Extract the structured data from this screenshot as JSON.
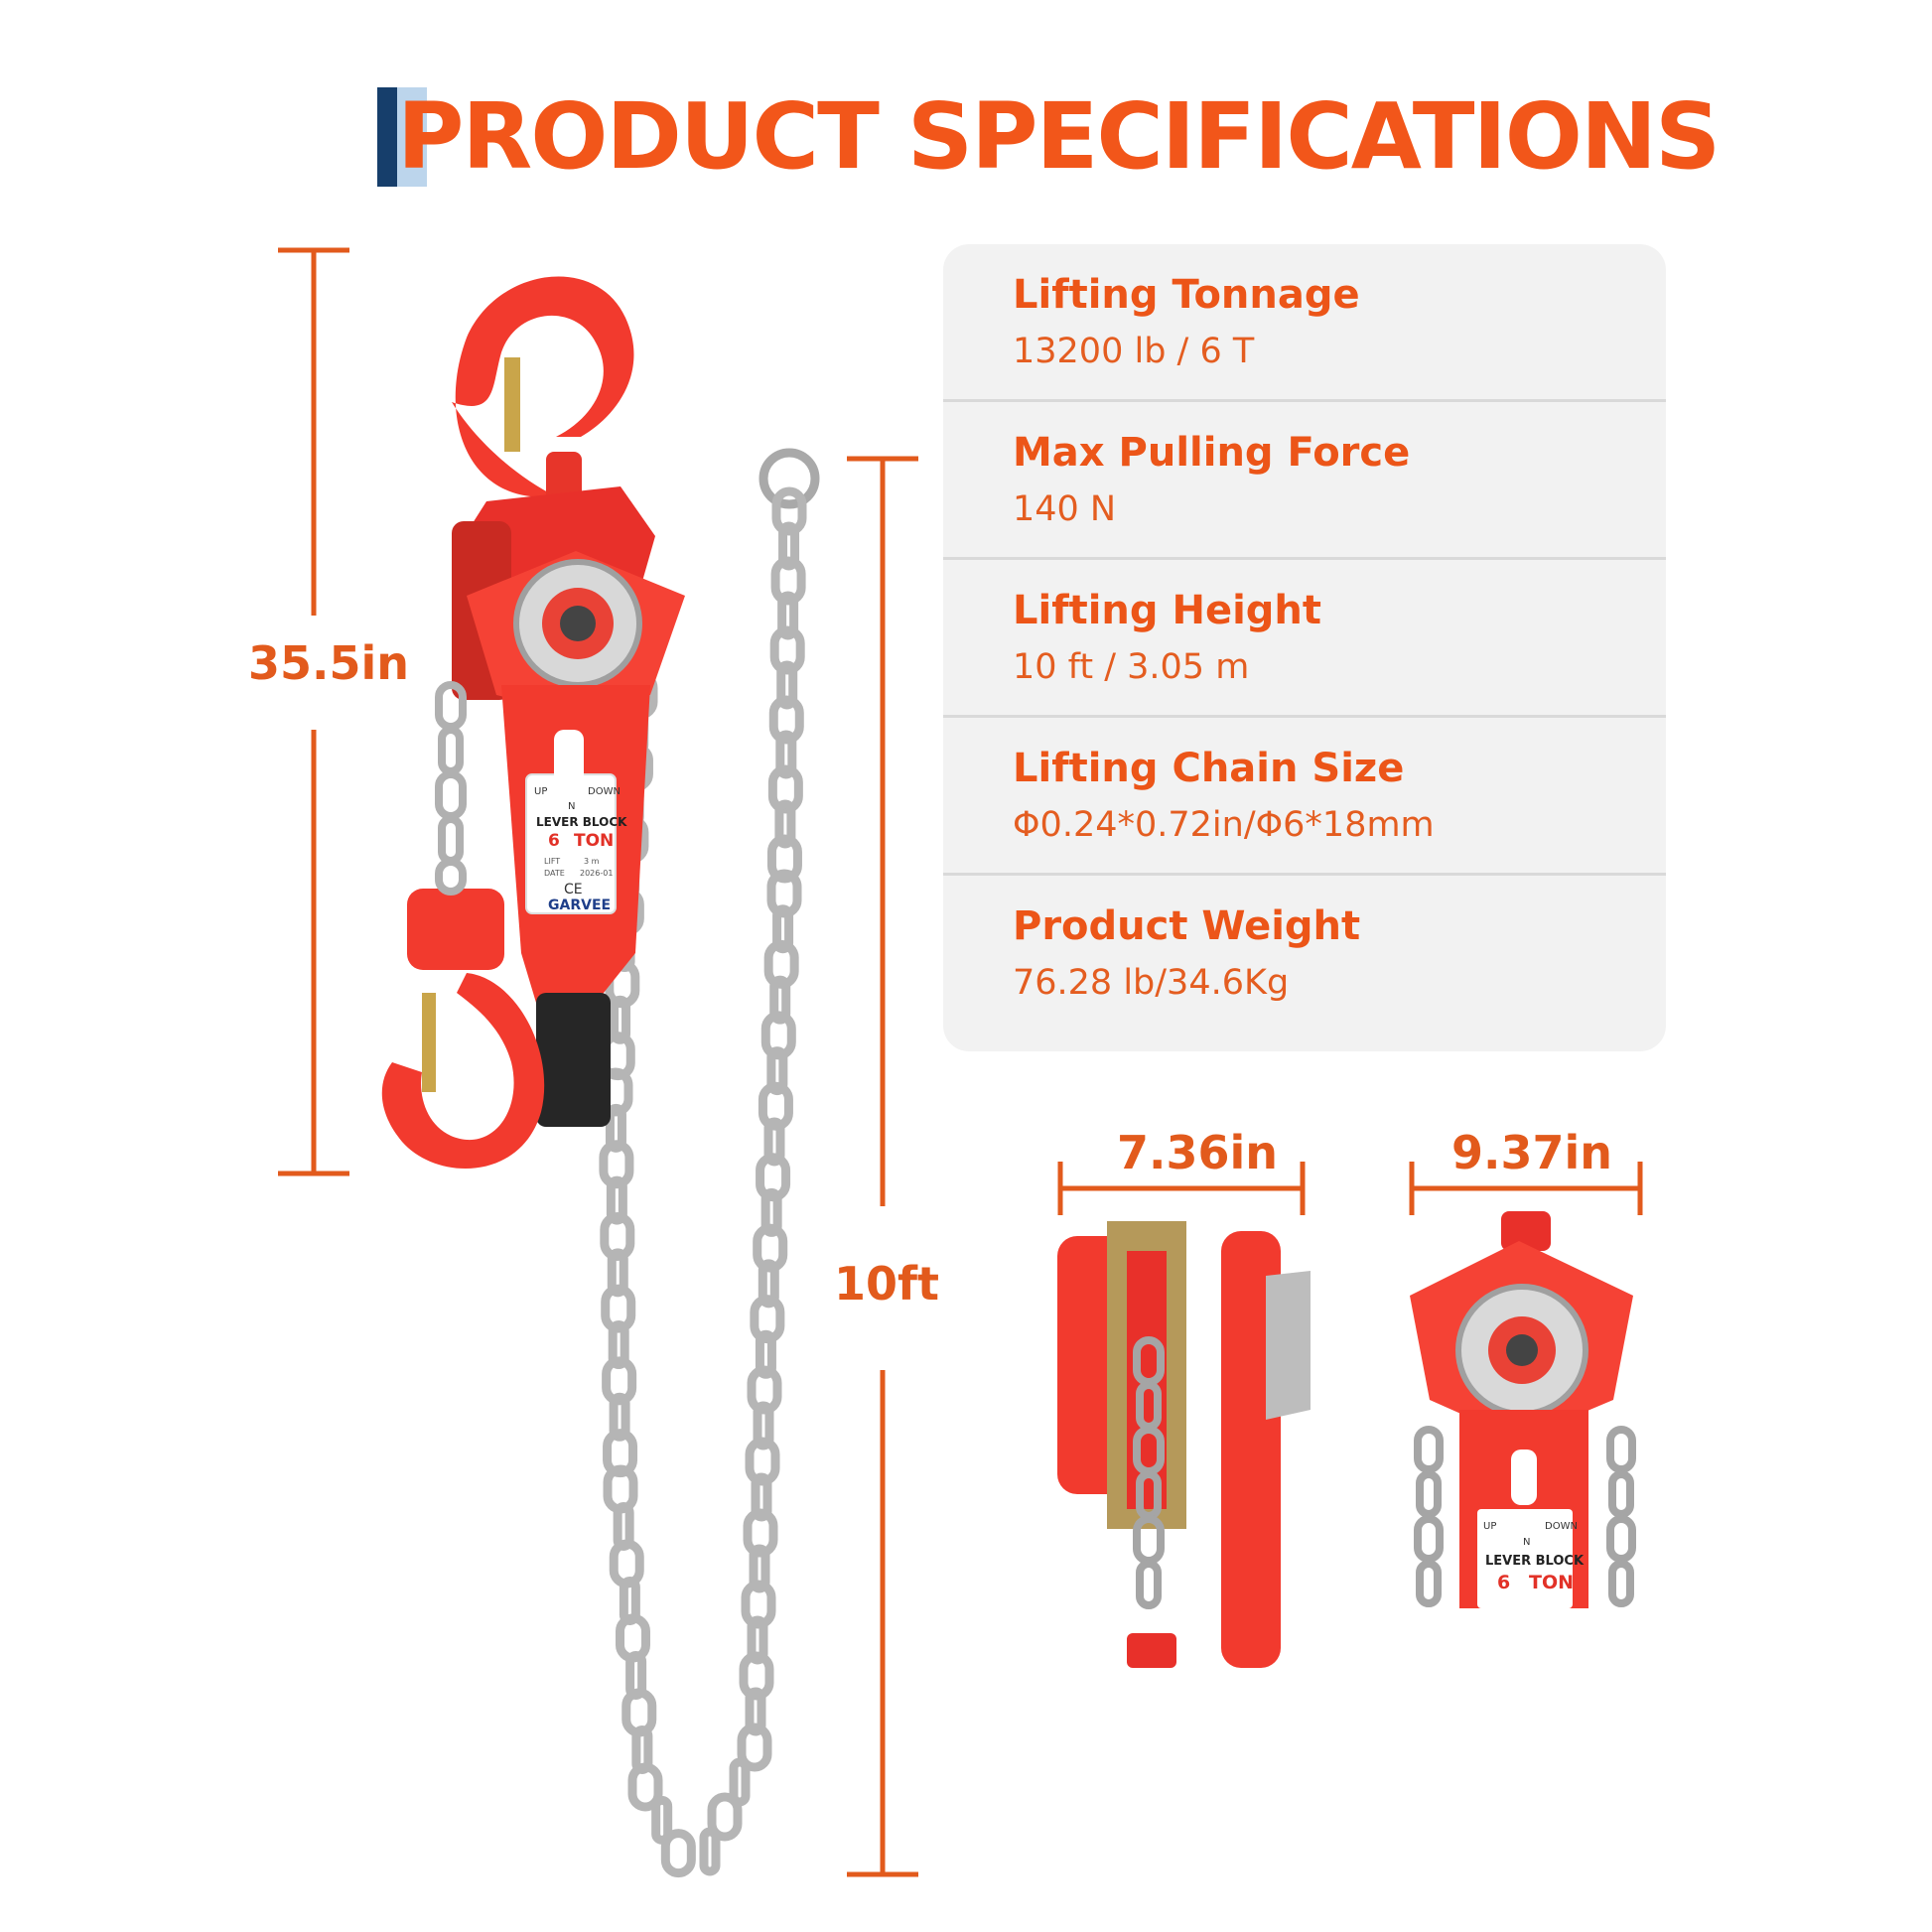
{
  "page_title": "PRODUCT SPECIFICATIONS",
  "colors": {
    "accent": "#f2561a",
    "dimension_lines": "#e25a1c",
    "hoist_red": "#f23a2e",
    "chain": "#b8b8b8",
    "title_bar_dark": "#163e6b",
    "title_bar_light": "#bcd5ec"
  },
  "dimensions": {
    "height": "35.5in",
    "chain_length": "10ft",
    "side_width": "7.36in",
    "front_width": "9.37in"
  },
  "specs": [
    {
      "label": "Lifting Tonnage",
      "value": "13200 lb / 6 T"
    },
    {
      "label": "Max Pulling Force",
      "value": "140 N"
    },
    {
      "label": "Lifting Height",
      "value": "10 ft / 3.05 m"
    },
    {
      "label": "Lifting Chain Size",
      "value": "Φ0.24*0.72in/Φ6*18mm"
    },
    {
      "label": "Product Weight",
      "value": "76.28 lb/34.6Kg"
    }
  ],
  "product_label": {
    "up": "UP",
    "down": "DOWN",
    "n": "N",
    "model": "LEVER BLOCK",
    "capacity_number": "6",
    "capacity_unit": "TON",
    "lift": "LIFT",
    "lift_value": "3 m",
    "date": "DATE",
    "date_value": "2026-01",
    "ce": "CE",
    "brand": "GARVEE"
  }
}
